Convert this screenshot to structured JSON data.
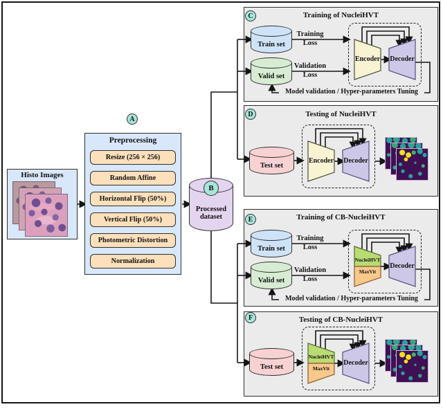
{
  "colors": {
    "panel_bg": "#ebebeb",
    "blue_box": "#d9e7fa",
    "step_fill": "#fcdfbb",
    "badge_fill": "#a9e5da",
    "train_cylinder": "#cfe3f8",
    "valid_cylinder": "#d8ecd3",
    "test_cylinder": "#f8d1d3",
    "processed_cylinder": "#e3d4ef",
    "encoder_fill": "#f8f4d3",
    "decoder_fill": "#cdc8e7",
    "nucleihvt_fill": "#b9db73",
    "maxvit_fill": "#f9c88b",
    "mask_background": "#3f1054"
  },
  "histo": {
    "title": "Histo Images"
  },
  "preprocess": {
    "badge": "A",
    "title": "Preprocessing",
    "steps": [
      "Resize (256 × 256)",
      "Random Affine",
      "Horizontal Flip (50%)",
      "Vertical Flip (50%)",
      "Photometric Distortion",
      "Normalization"
    ]
  },
  "dataset": {
    "badge": "B",
    "label": "Processed dataset"
  },
  "panel_c": {
    "badge": "C",
    "title": "Training of NucleiHVT",
    "train": "Train set",
    "valid": "Valid set",
    "loss1a": "Training",
    "loss1b": "Loss",
    "loss2a": "Validation",
    "loss2b": "Loss",
    "encoder": "Encoder",
    "decoder": "Decoder",
    "feedback": "Model validation / Hyper-parameters Tuning"
  },
  "panel_d": {
    "badge": "D",
    "title": "Testing of NucleiHVT",
    "test": "Test set",
    "encoder": "Encoder",
    "decoder": "Decoder"
  },
  "panel_e": {
    "badge": "E",
    "title": "Training of CB-NucleiHVT",
    "train": "Train set",
    "valid": "Valid set",
    "loss1a": "Training",
    "loss1b": "Loss",
    "loss2a": "Validation",
    "loss2b": "Loss",
    "encoder_top": "NucleiHVT",
    "encoder_bottom": "MaxVit",
    "decoder": "Decoder",
    "feedback": "Model validation / Hyper-parameters Tuning"
  },
  "panel_f": {
    "badge": "F",
    "title": "Testing of CB-NucleiHVT",
    "test": "Test set",
    "encoder_top": "NucleiHVT",
    "encoder_bottom": "MaxVit",
    "decoder": "Decoder"
  }
}
